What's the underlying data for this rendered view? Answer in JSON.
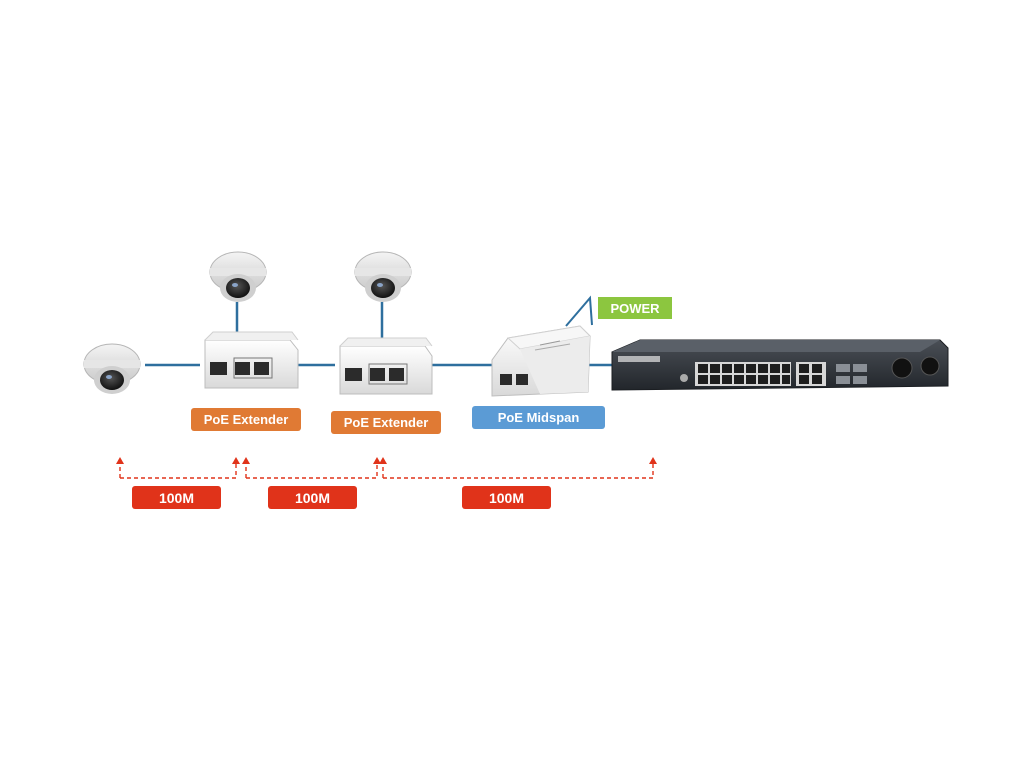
{
  "devices": {
    "extender_1_label": "PoE Extender",
    "extender_2_label": "PoE Extender",
    "midspan_label": "PoE Midspan",
    "power_label": "POWER"
  },
  "distances": {
    "segment_1": "100M",
    "segment_2": "100M",
    "segment_3": "100M"
  },
  "colors": {
    "cable": "#2e6f9e",
    "extender_label": "#e07a34",
    "midspan_label": "#5b9bd5",
    "power_label": "#8cc63f",
    "distance_label": "#e0331a",
    "distance_line": "#e0331a"
  }
}
